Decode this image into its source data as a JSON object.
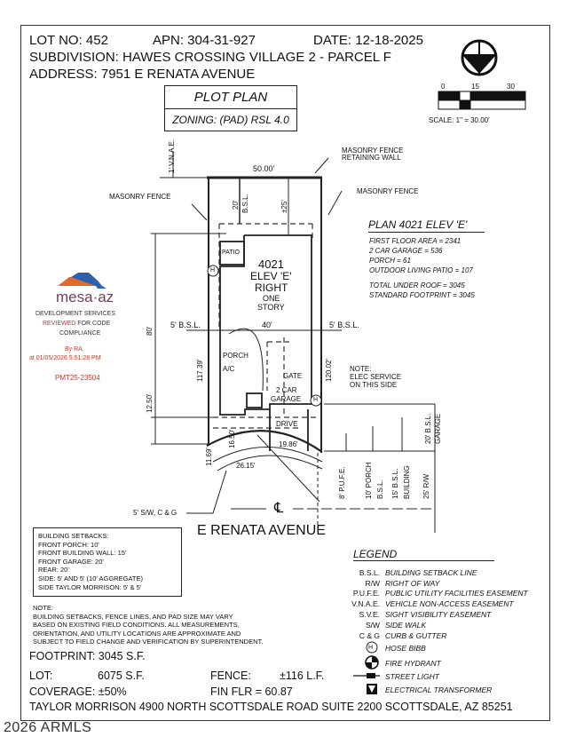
{
  "header": {
    "lot": "LOT NO: 452",
    "apn": "APN: 304-31-927",
    "date": "DATE: 12-18-2025",
    "subdivision": "SUBDIVISION: HAWES CROSSING VILLAGE 2 - PARCEL F",
    "address": "ADDRESS: 7951 E RENATA AVENUE"
  },
  "title_block": {
    "title": "PLOT PLAN",
    "zoning": "ZONING: (PAD) RSL 4.0"
  },
  "scale": {
    "ticks": [
      "0",
      "15",
      "30"
    ],
    "label": "SCALE: 1\" = 30.00'"
  },
  "plan_info": {
    "title": "PLAN 4021 ELEV 'E'",
    "lines": [
      "FIRST FLOOR AREA = 2341",
      "2 CAR GARAGE = 536",
      "PORCH = 61",
      "OUTDOOR LIVING PATIO = 107"
    ],
    "totals": [
      "TOTAL UNDER ROOF = 3045",
      "STANDARD FOOTPRINT = 3045"
    ]
  },
  "stamp": {
    "logo": "mesa·az",
    "line1": "DEVELOPMENT SERVICES",
    "reviewed": "REVIEWED",
    "line2": "FOR CODE",
    "line3": "COMPLIANCE",
    "by": "By  RA",
    "at": "at  01/05/2026  5:51:28 PM",
    "permit": "PMT25-23504"
  },
  "drawing": {
    "vnae": "1' V.N.A.E.",
    "fence_retaining": [
      "MASONRY FENCE",
      "RETAINING WALL"
    ],
    "fence_left": "MASONRY FENCE",
    "fence_right": "MASONRY FENCE",
    "width": "50.00'",
    "rear_bsl": [
      "20'",
      "B.S.L."
    ],
    "rear_dim": "±25'",
    "patio": "PATIO",
    "house": [
      "4021",
      "ELEV 'E'",
      "RIGHT",
      "ONE",
      "STORY"
    ],
    "side_left": "5' B.S.L.",
    "side_right": "5' B.S.L.",
    "house_width": "40'",
    "depth": "80'",
    "front": "12.50'",
    "left_len": "117.39'",
    "right_len": "120.02'",
    "porch": "PORCH",
    "ac": "A/C",
    "gate": "GATE",
    "garage": [
      "2 CAR",
      "GARAGE"
    ],
    "hose": "H",
    "elec_note": [
      "NOTE:",
      "ELEC SERVICE",
      "ON THIS SIDE"
    ],
    "drive": "DRIVE",
    "drive_w": "19.86'",
    "d1650": "16.50'",
    "d1169": "11.69'",
    "arc": "26.15'",
    "sw": "5' S/W, C & G",
    "pufe": "8' P.U.F.E.",
    "porch_bsl": [
      "10' PORCH",
      "B.S.L."
    ],
    "bldg_bsl": [
      "15' B.S.L.",
      "BUILDING"
    ],
    "rw": "25' R/W",
    "garage_bsl": [
      "20' B.S.L.",
      "GARAGE"
    ],
    "centerline": "℄",
    "street": "E  RENATA  AVENUE"
  },
  "setbacks": {
    "title": "BUILDING SETBACKS:",
    "lines": [
      "FRONT PORCH: 10'",
      "FRONT BUILDING WALL: 15'",
      "FRONT GARAGE: 20'",
      "REAR: 20'",
      "SIDE: 5' AND 5' (10' AGGREGATE)",
      "SIDE TAYLOR MORRISON: 5' & 5'"
    ]
  },
  "note": {
    "title": "NOTE:",
    "lines": [
      "BUILDING SETBACKS, FENCE LINES, AND PAD SIZE MAY VARY",
      "BASED ON EXISTING FIELD CONDITIONS.  ALL MEASUREMENTS,",
      "ORIENTATION, AND UTILITY LOCATIONS ARE APPROXIMATE AND",
      "SUBJECT TO FIELD CHANGE AND VERIFICATION BY SUPERINTENDENT."
    ]
  },
  "summary": {
    "footprint": "FOOTPRINT: 3045 S.F.",
    "lot_label": "LOT:",
    "lot_value": "6075 S.F.",
    "coverage": "COVERAGE: ±50%",
    "fence_label": "FENCE:",
    "fence_value": "±116 L.F.",
    "fin_flr": "FIN FLR = 60.87"
  },
  "legend": {
    "title": "LEGEND",
    "items": [
      {
        "key": "B.S.L.",
        "value": "BUILDING SETBACK LINE"
      },
      {
        "key": "R/W",
        "value": "RIGHT OF WAY"
      },
      {
        "key": "P.U.F.E.",
        "value": "PUBLIC UTILITY FACILITIES EASEMENT"
      },
      {
        "key": "V.N.A.E.",
        "value": "VEHICLE NON-ACCESS EASEMENT"
      },
      {
        "key": "S.V.E.",
        "value": "SIGHT VISIBILITY EASEMENT"
      },
      {
        "key": "S/W",
        "value": "SIDE WALK"
      },
      {
        "key": "C & G",
        "value": "CURB & GUTTER"
      }
    ],
    "symbols": [
      "HOSE BIBB",
      "FIRE HYDRANT",
      "STREET LIGHT",
      "ELECTRICAL TRANSFORMER"
    ],
    "hose_symbol": "H"
  },
  "footer": "TAYLOR MORRISON 4900 NORTH SCOTTSDALE ROAD SUITE 2200 SCOTTSDALE, AZ  85251",
  "watermark": "2026 ARMLS"
}
